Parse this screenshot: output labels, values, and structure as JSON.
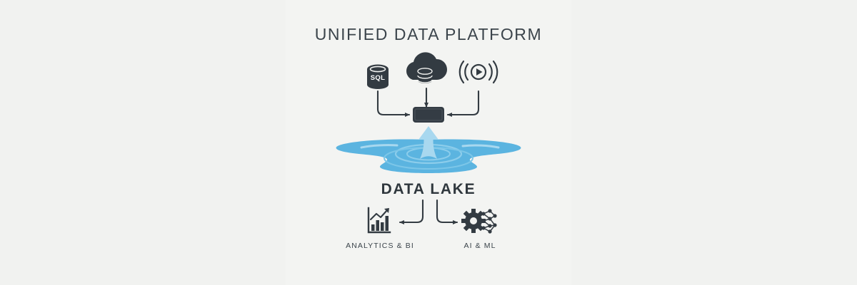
{
  "page": {
    "title": "UNIFIED DATA PLATFORM",
    "background_color": "#f1f2f0"
  },
  "colors": {
    "ink": "#333b42",
    "ink_dark": "#2f373d",
    "title": "#3b444b",
    "lake_blue": "#5bb4e0",
    "lake_blue_light": "#a8d8ef",
    "ripple": "#8ccdeb",
    "box_fill": "#343c44",
    "box_inner_border": "#4d555c",
    "background": "#f1f2f0"
  },
  "sources": [
    {
      "id": "sql-database",
      "icon": "sql-database-icon",
      "label": "SQL",
      "arrow": "elbow-right-into-ingestion-box"
    },
    {
      "id": "cloud-database",
      "icon": "cloud-database-icon",
      "label": "",
      "arrow": "straight-down-into-ingestion-box"
    },
    {
      "id": "streaming-source",
      "icon": "streaming-signal-icon",
      "label": "",
      "arrow": "elbow-left-into-ingestion-box"
    }
  ],
  "ingestion": {
    "name": "ingestion-box",
    "label": ""
  },
  "lake": {
    "label": "DATA LAKE",
    "icon": "water-lake-icon",
    "arrow_icon": "upward-water-arrow-icon"
  },
  "outputs": [
    {
      "id": "analytics-bi",
      "label": "ANALYTICS & BI",
      "icon": "bar-chart-trend-icon",
      "arrow": "elbow-left-arrow"
    },
    {
      "id": "ai-ml",
      "label": "AI & ML",
      "icon": "gear-neural-network-icon",
      "arrow": "elbow-right-arrow"
    }
  ]
}
